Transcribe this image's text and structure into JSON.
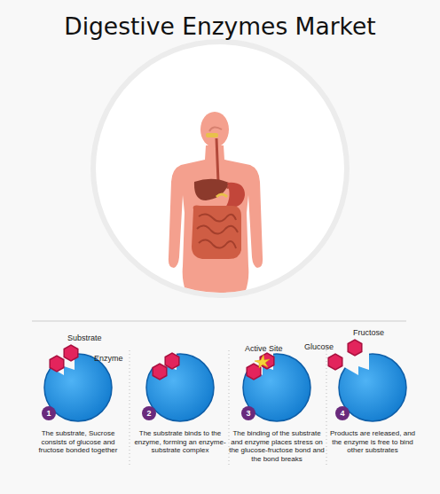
{
  "diagram": {
    "title": "Digestive Enzymes Market",
    "nodes": [
      {
        "text": [
          "1"
        ]
      },
      {
        "text": [
          "2"
        ]
      },
      {
        "text": [
          "3"
        ]
      },
      {
        "text": [
          "4"
        ]
      }
    ],
    "labels": [
      "Substrate",
      "Enzyme",
      "The substrate, Sucrose consists of glucose and fructose bonded together",
      "The substrate binds to the enzyme, forming an enzyme-substrate complex",
      "Active Site",
      "The binding of the substrate and enzyme places stress on the glucose-fructose bond and the bond breaks",
      "Fructose",
      "Glucose",
      "Products are released, and the enzyme is free to bind other substrates"
    ]
  }
}
